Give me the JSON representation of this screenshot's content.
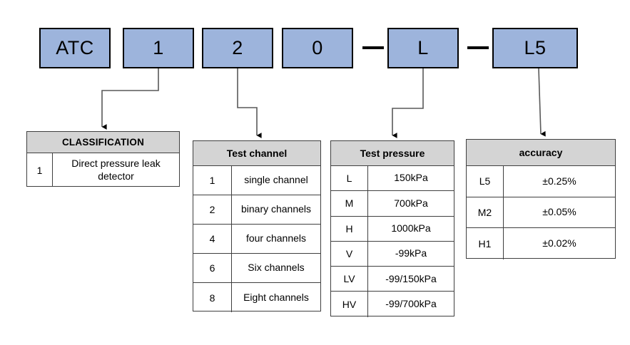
{
  "model_code": {
    "boxes": [
      {
        "label": "ATC"
      },
      {
        "label": "1"
      },
      {
        "label": "2"
      },
      {
        "label": "0"
      },
      {
        "label": "L"
      },
      {
        "label": "L5"
      }
    ],
    "separator": "dash"
  },
  "tables": {
    "classification": {
      "header": "CLASSIFICATION",
      "rows": [
        {
          "code": "1",
          "description": "Direct pressure leak detector"
        }
      ]
    },
    "test_channel": {
      "header": "Test channel",
      "rows": [
        {
          "code": "1",
          "description": "single channel"
        },
        {
          "code": "2",
          "description": "binary channels"
        },
        {
          "code": "4",
          "description": "four channels"
        },
        {
          "code": "6",
          "description": "Six channels"
        },
        {
          "code": "8",
          "description": "Eight channels"
        }
      ]
    },
    "test_pressure": {
      "header": "Test pressure",
      "rows": [
        {
          "code": "L",
          "description": "150kPa"
        },
        {
          "code": "M",
          "description": "700kPa"
        },
        {
          "code": "H",
          "description": "1000kPa"
        },
        {
          "code": "V",
          "description": "-99kPa"
        },
        {
          "code": "LV",
          "description": "-99/150kPa"
        },
        {
          "code": "HV",
          "description": "-99/700kPa"
        }
      ]
    },
    "accuracy": {
      "header": "accuracy",
      "rows": [
        {
          "code": "L5",
          "description": "±0.25%"
        },
        {
          "code": "M2",
          "description": "±0.05%"
        },
        {
          "code": "H1",
          "description": "±0.02%"
        }
      ]
    }
  },
  "colors": {
    "box_fill": "#9DB4DC",
    "box_border": "#000000",
    "header_fill": "#D4D4D4",
    "table_border": "#3F3F3F",
    "connector": "#595959"
  }
}
